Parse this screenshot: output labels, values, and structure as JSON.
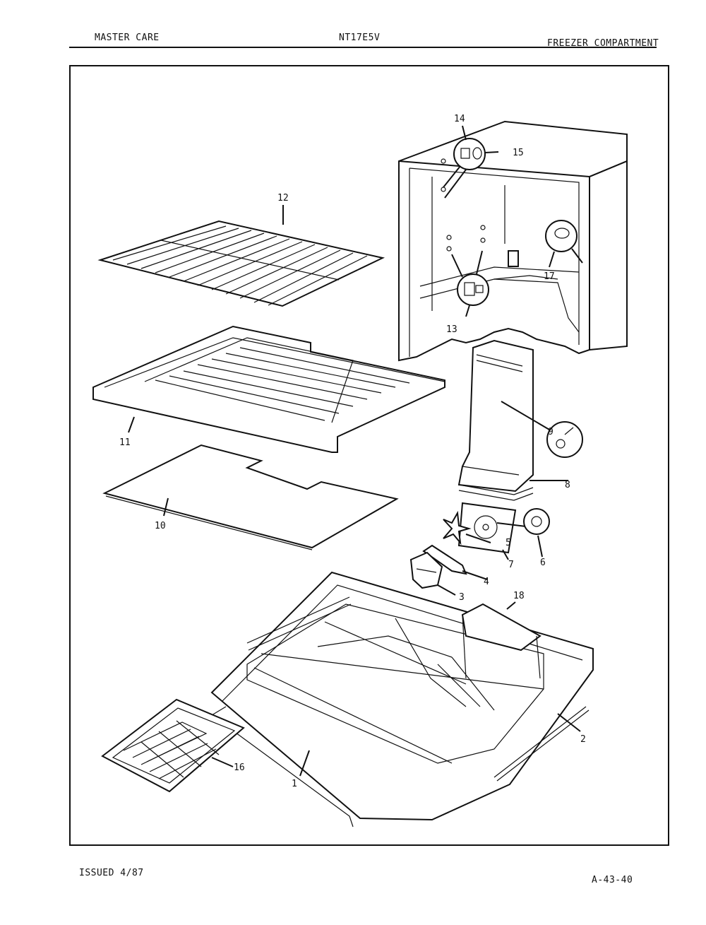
{
  "header": {
    "brand": "MASTER CARE",
    "model": "NT17E5V",
    "section": "FREEZER COMPARTMENT"
  },
  "footer": {
    "issued": "ISSUED 4/87",
    "page_code": "A-43-40"
  },
  "callouts": [
    "1",
    "2",
    "3",
    "4",
    "5",
    "6",
    "7",
    "8",
    "9",
    "10",
    "11",
    "12",
    "13",
    "14",
    "15",
    "16",
    "17",
    "18"
  ]
}
